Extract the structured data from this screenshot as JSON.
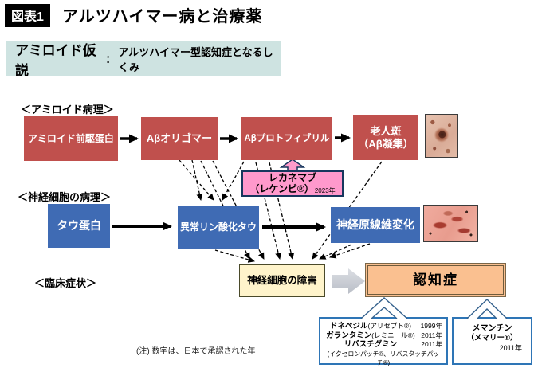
{
  "figure": {
    "tag": "図表1",
    "title": "アルツハイマー病と治療薬"
  },
  "banner": {
    "title": "アミロイド仮説",
    "colon": "：",
    "subtitle": "アルツハイマー型認知症となるしくみ"
  },
  "sections": {
    "amyloid_label": "＜アミロイド病理＞",
    "neuron_label": "＜神経細胞の病理＞",
    "clinical_label": "＜臨床症状＞"
  },
  "amyloid_row": {
    "precursor": "アミロイド前駆蛋白",
    "oligomer": "Aβオリゴマー",
    "protofibril": "Aβプロトフィブリル",
    "plaque_line1": "老人斑",
    "plaque_line2": "（Aβ凝集）"
  },
  "lecanemab": {
    "name": "レカネマブ",
    "brand": "（レケンビ®）",
    "year": "2023年"
  },
  "neuron_row": {
    "tau": "タウ蛋白",
    "phospho_tau": "異常リン酸化タウ",
    "tangle": "神経原線維変化"
  },
  "clinical_row": {
    "damage": "神経細胞の障害",
    "dementia": "認知症"
  },
  "drug_box_left": {
    "rows": [
      {
        "name": "ドネペジル",
        "brand": "(アリセプト®)",
        "year": "1999年"
      },
      {
        "name": "ガランタミン",
        "brand": "(レミニール®)",
        "year": "2011年"
      },
      {
        "name": "リバスチグミン",
        "brand": "",
        "year": "2011年"
      }
    ],
    "patch_note": "(イクセロンパッチ®、リバスタッチパッチ®)"
  },
  "drug_box_right": {
    "name": "メマンチン",
    "brand": "（メマリー®）",
    "year": "2011年"
  },
  "note": "(注) 数字は、日本で承認された年",
  "images": {
    "plaque_histology": "senile-plaque-histology-image",
    "tangle_histology": "neurofibrillary-tangle-histology-image"
  },
  "colors": {
    "pathology_red_box": "#C0504D",
    "pathology_blue_box": "#3F6BB4",
    "lecanemab_pink": "#FF99CC",
    "lecanemab_border": "#17375E",
    "banner_teal": "#CEE3E1",
    "damage_yellow": "#FFF4CB",
    "dementia_orange": "#FAC090",
    "drug_box_border": "#2E75B6",
    "arrow_black": "#000000",
    "block_arrow_gray": "#C9CDD4"
  }
}
